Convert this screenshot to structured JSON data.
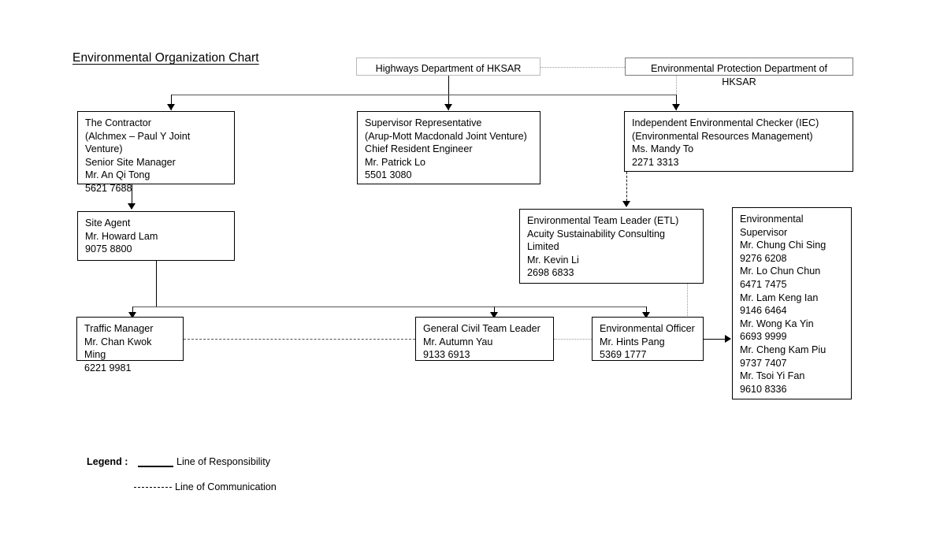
{
  "chart": {
    "title": "Environmental Organization Chart",
    "nodes": {
      "highways": "Highways Department of HKSAR",
      "epd": "Environmental Protection Department of HKSAR",
      "contractor": "The Contractor\n(Alchmex – Paul Y Joint Venture)\nSenior Site Manager\nMr. An Qi Tong\n5621 7688",
      "supervisor_rep": "Supervisor Representative\n(Arup-Mott Macdonald Joint Venture)\nChief Resident Engineer\nMr. Patrick Lo\n5501 3080",
      "iec": "Independent Environmental Checker (IEC)\n(Environmental Resources Management)\nMs. Mandy To\n2271 3313",
      "site_agent": "Site Agent\nMr. Howard Lam\n9075 8800",
      "etl": "Environmental Team Leader (ETL)\nAcuity Sustainability Consulting\nLimited\nMr. Kevin Li\n2698 6833",
      "env_supervisor": "Environmental\nSupervisor\nMr. Chung Chi Sing\n9276 6208\nMr. Lo Chun Chun\n6471 7475\nMr. Lam Keng Ian\n9146 6464\nMr. Wong Ka Yin\n6693 9999\nMr. Cheng Kam Piu\n9737 7407\nMr. Tsoi Yi Fan\n9610 8336",
      "traffic_manager": "Traffic Manager\nMr. Chan Kwok Ming\n6221 9981",
      "general_civil": "General Civil Team Leader\nMr. Autumn Yau\n9133 6913",
      "env_officer": "Environmental Officer\nMr. Hints Pang\n5369 1777"
    },
    "legend": {
      "label": "Legend :",
      "responsibility": "Line of Responsibility",
      "communication": "Line of Communication"
    },
    "colors": {
      "line": "#000000",
      "line_gray": "#555555",
      "line_dotted": "#9a9a9a",
      "box_border": "#000000",
      "box_border_faint": "#b9b9b9",
      "background": "#ffffff"
    }
  }
}
